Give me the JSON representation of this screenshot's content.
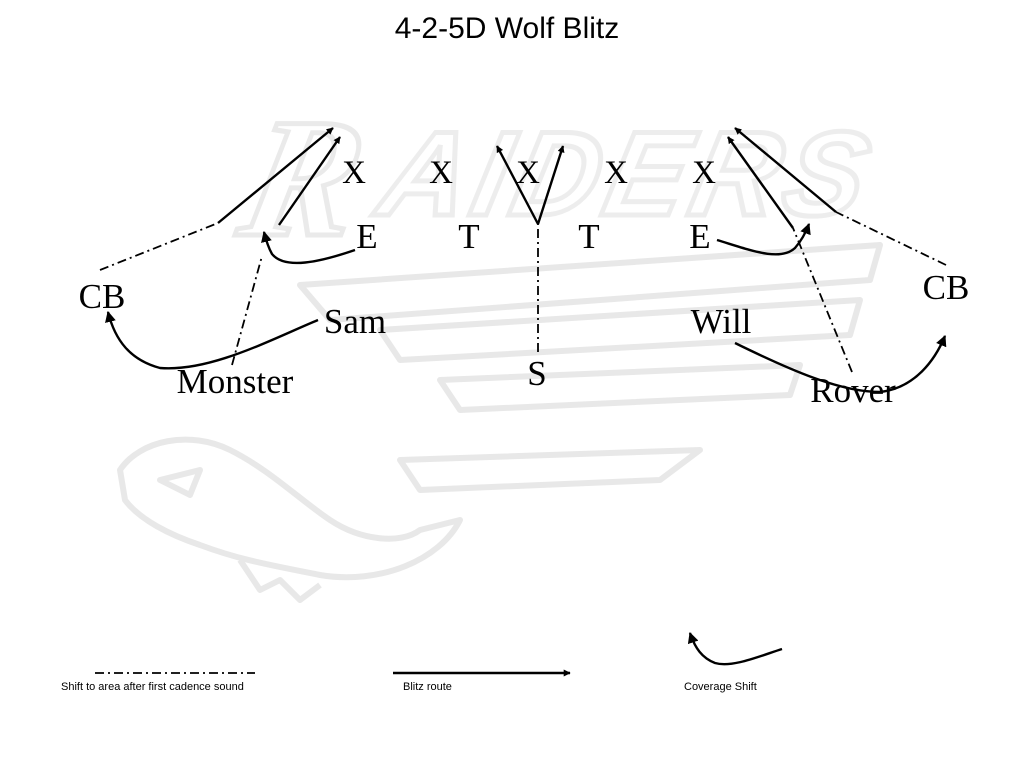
{
  "title": "4-2-5D Wolf Blitz",
  "offense": [
    "X",
    "X",
    "X",
    "X",
    "X"
  ],
  "defense": {
    "le": "E",
    "lt": "T",
    "rt": "T",
    "re": "E",
    "safety": "S",
    "sam": "Sam",
    "will": "Will",
    "monster": "Monster",
    "rover": "Rover",
    "cb_left": "CB",
    "cb_right": "CB"
  },
  "watermark": "RAIDERS",
  "legend": {
    "shift_label": "Shift to area after first cadence sound",
    "blitz_label": "Blitz route",
    "coverage_label": "Coverage Shift"
  }
}
